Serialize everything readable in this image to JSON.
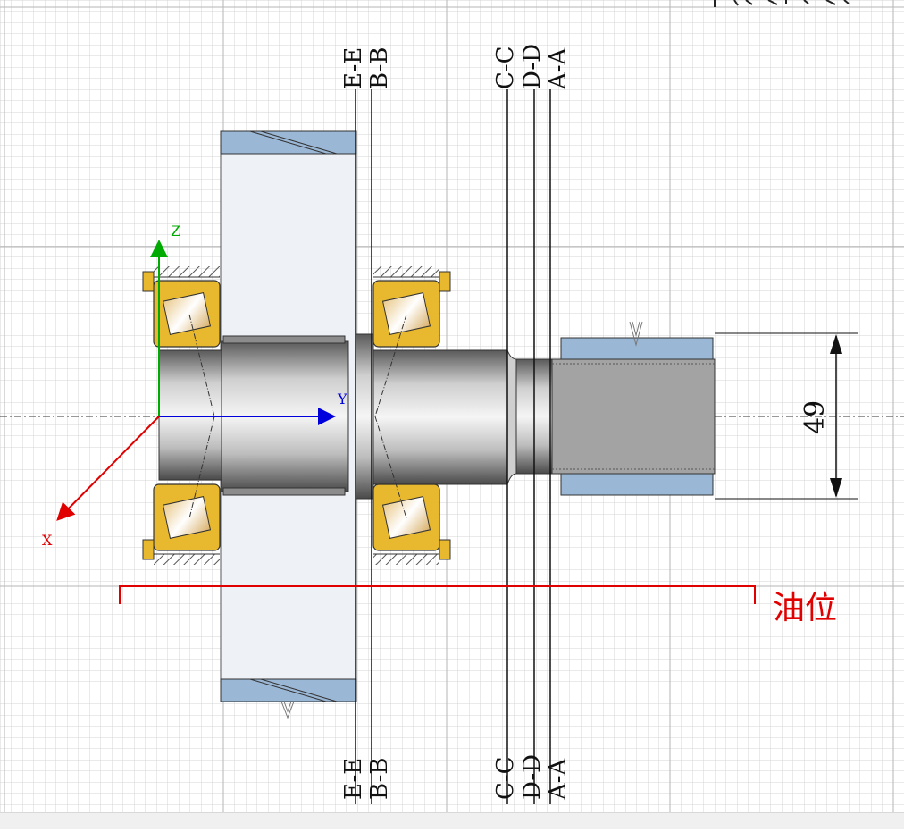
{
  "colors": {
    "grid_minor": "#d9d9d9",
    "grid_major": "#bfbfbf",
    "bearing": "#e8b82e",
    "gear_face": "#9ab7d6",
    "shaft": "#a0a0a0",
    "oil": "#e00000",
    "axis_x": "#e00000",
    "axis_y": "#0000dd",
    "axis_z": "#00aa00"
  },
  "axes": {
    "x": "X",
    "y": "Y",
    "z": "Z"
  },
  "section_labels": {
    "top": [
      "E-E",
      "B-B",
      "C-C",
      "D-D",
      "A-A"
    ],
    "bottom": [
      "E-E",
      "B-B",
      "C-C",
      "D-D",
      "A-A"
    ]
  },
  "dimension": {
    "value": "49"
  },
  "oil_level": {
    "label": "油位"
  }
}
